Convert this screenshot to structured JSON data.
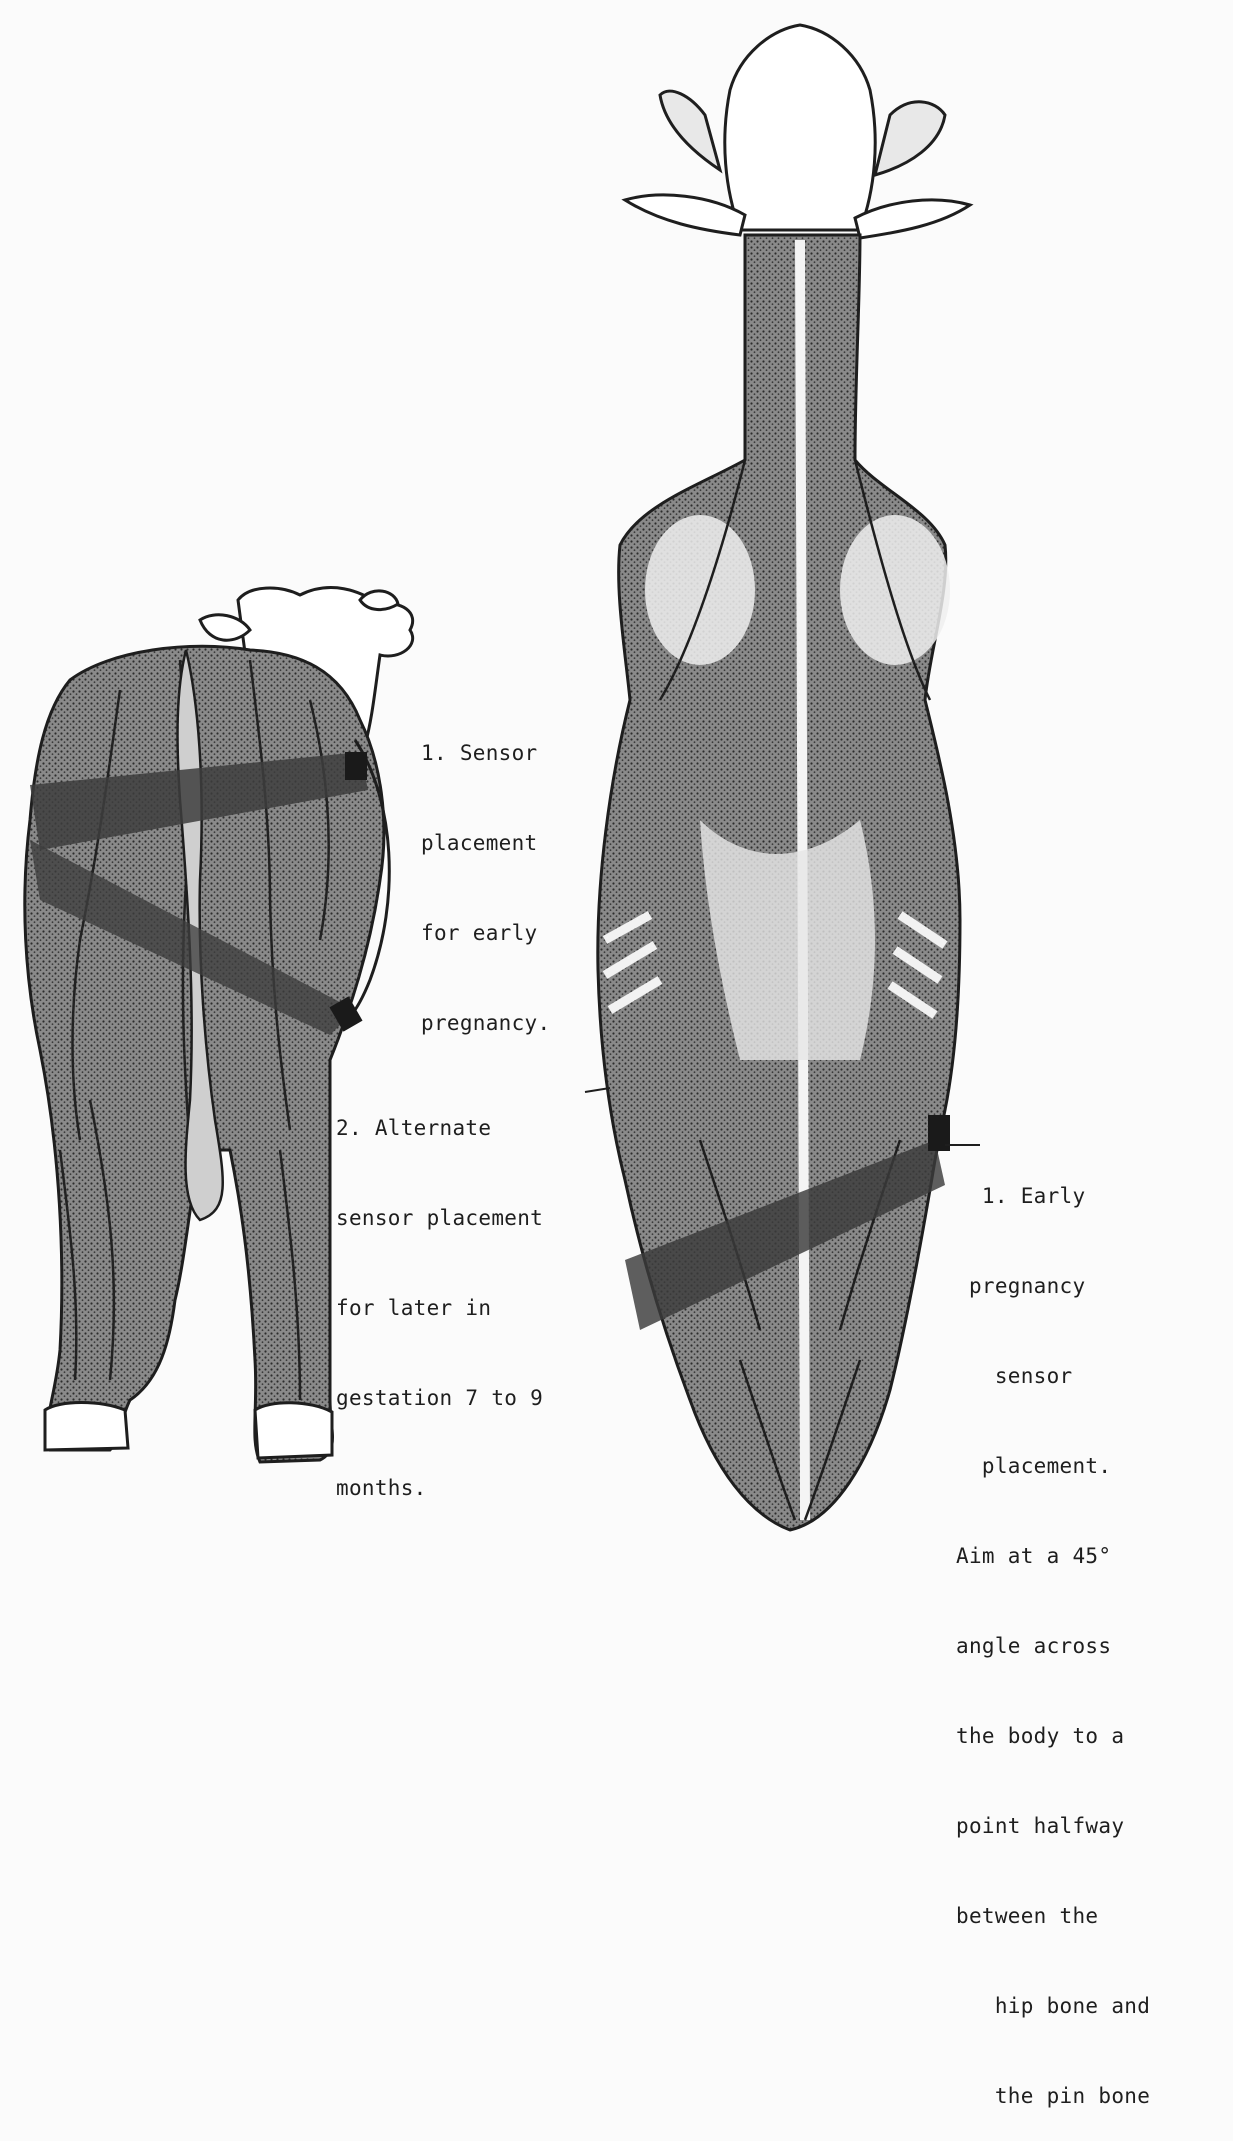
{
  "labels": {
    "rear_view": {
      "sensor_early": [
        "1. Sensor",
        "placement",
        "for early",
        "pregnancy."
      ],
      "sensor_alternate": [
        "2. Alternate",
        "sensor placement",
        "for later in",
        "gestation 7 to 9",
        "months."
      ]
    },
    "top_view": {
      "sensor_early": [
        "  1. Early",
        " pregnancy",
        "   sensor",
        "  placement.",
        "Aim at a 45°",
        "angle across",
        "the body to a",
        "point halfway",
        "between the",
        "   hip bone and",
        "   the pin bone"
      ]
    }
  },
  "colors": {
    "paper": "#fbfbfb",
    "ink": "#1e1e1e",
    "muscle_shade": "#6a6a6a",
    "sensor_band": "#4a4a4a"
  }
}
